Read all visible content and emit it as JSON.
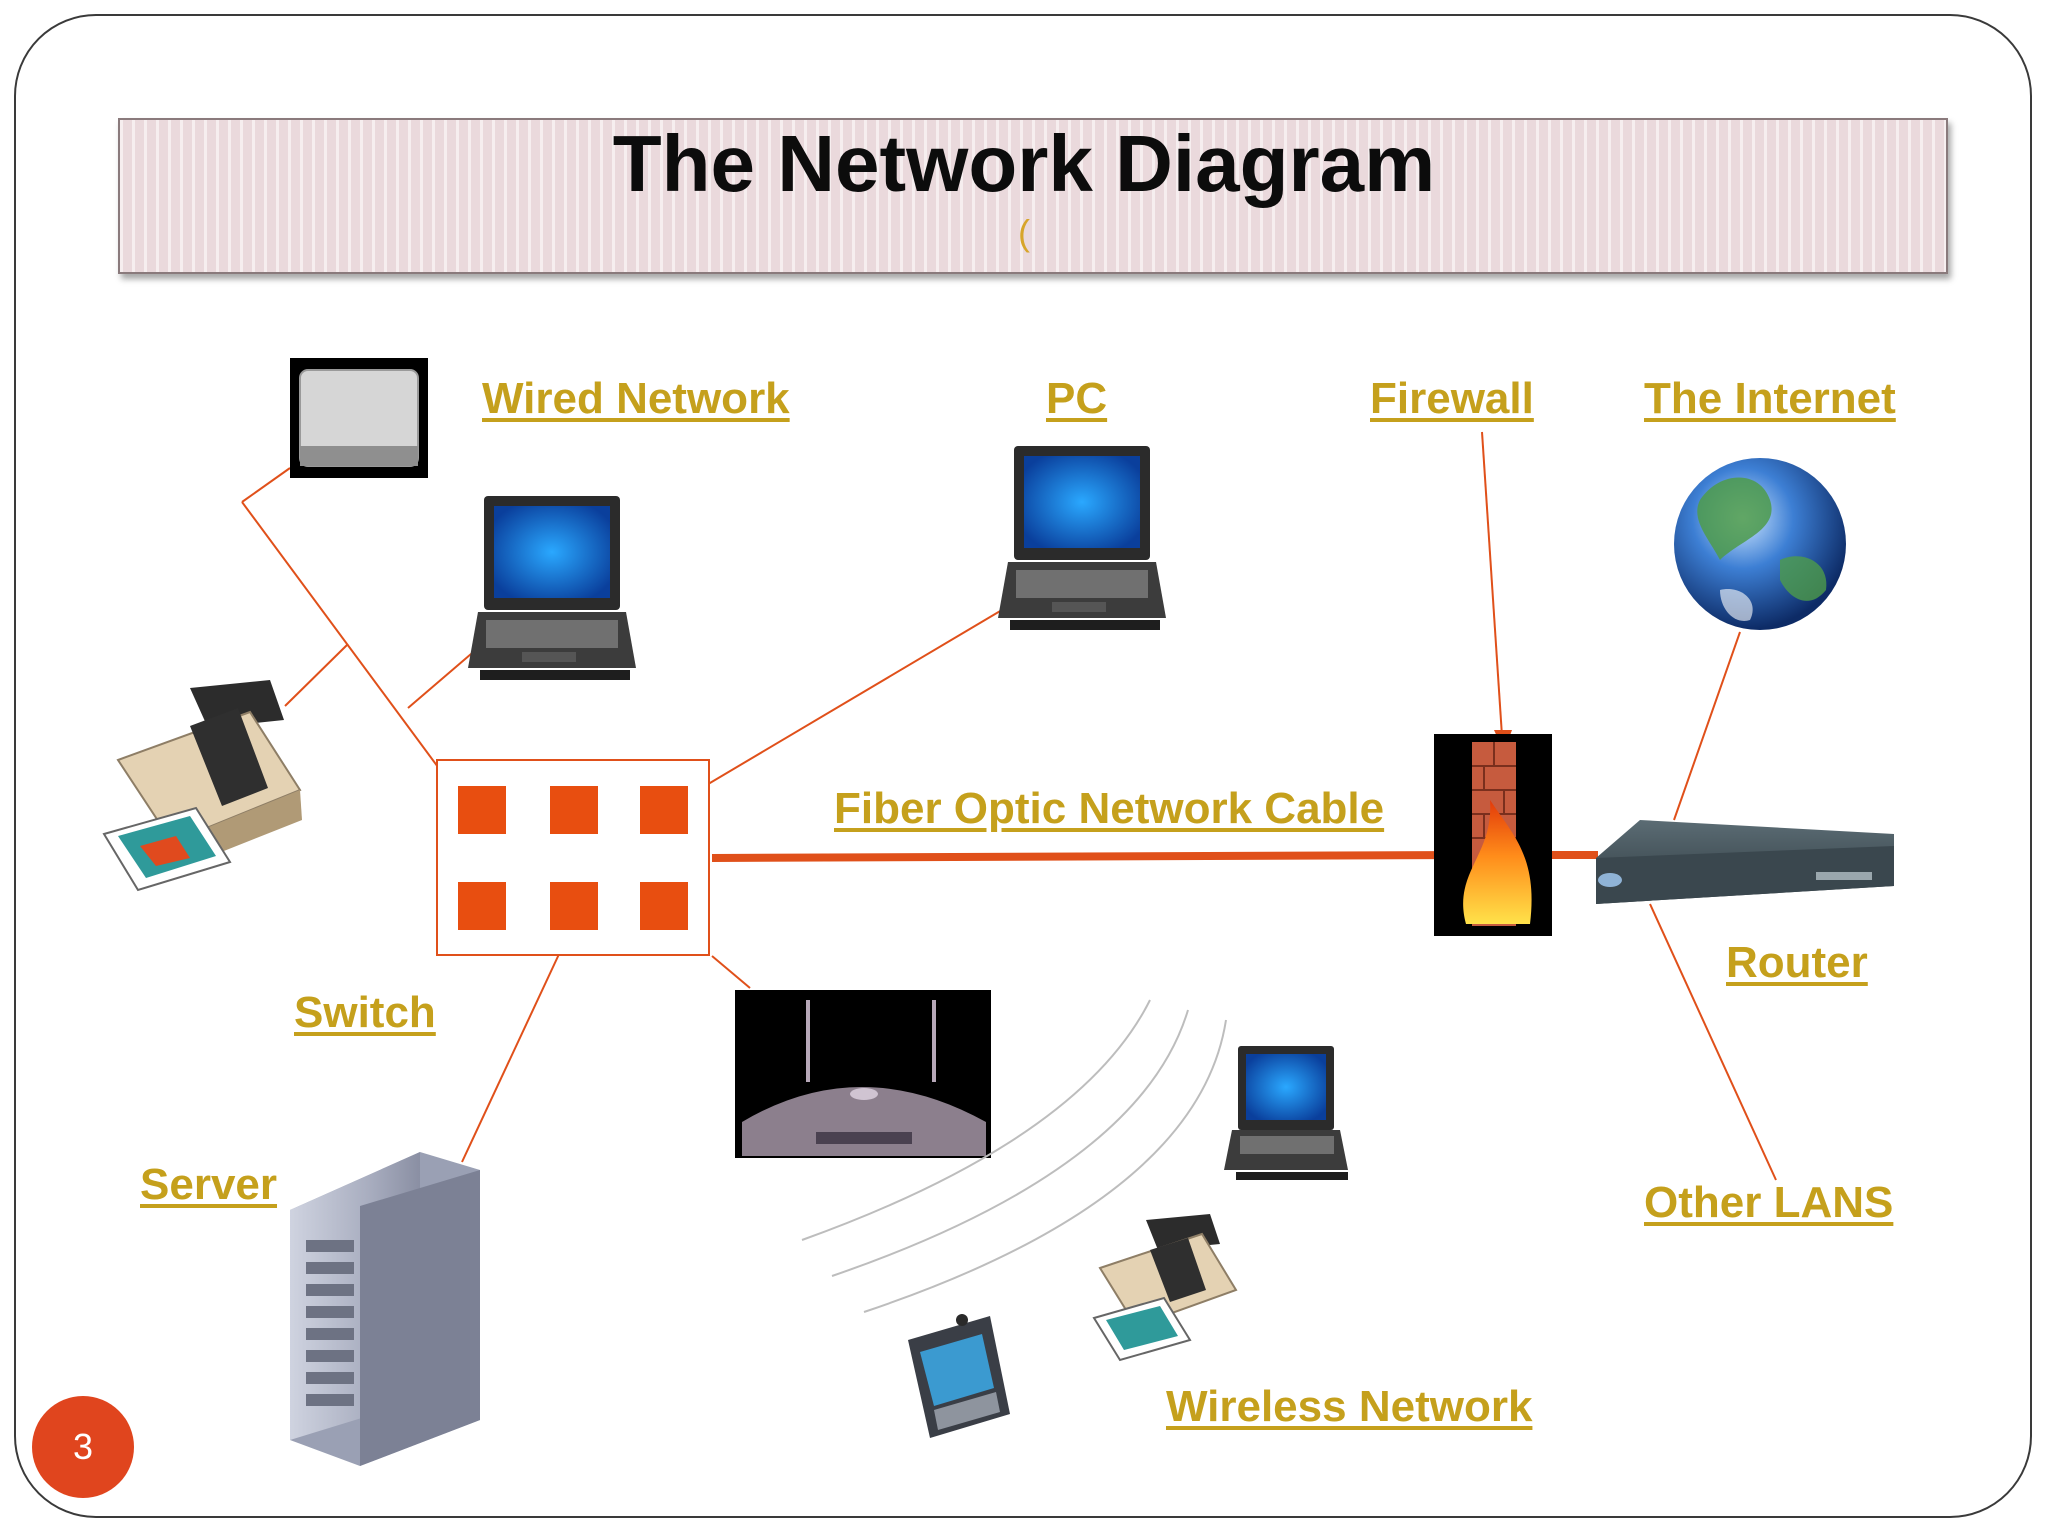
{
  "title": "The Network Diagram",
  "subtitle": "(",
  "labels": {
    "wired_network": "Wired Network",
    "pc": "PC",
    "firewall": "Firewall",
    "internet": "The Internet",
    "fiber_cable": "Fiber Optic Network Cable",
    "router": "Router",
    "switch": "Switch",
    "server": "Server",
    "other_lans": "Other LANS",
    "wireless_network": "Wireless Network"
  },
  "page_number": "3",
  "colors": {
    "accent": "#e0451e",
    "label": "#c5a01c",
    "cable": "#e0501a"
  }
}
